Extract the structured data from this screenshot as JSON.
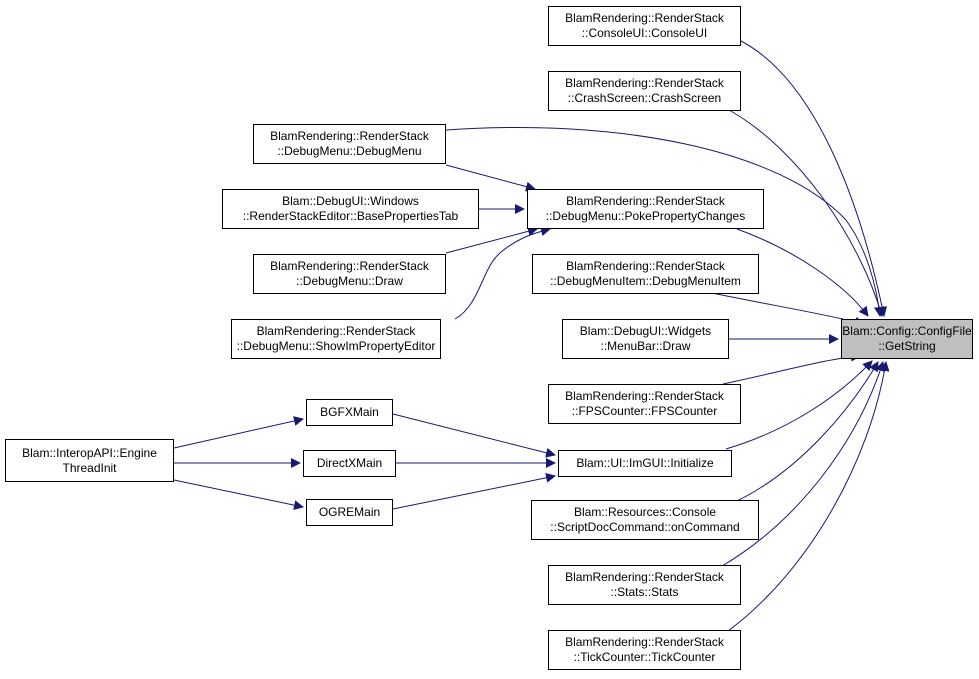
{
  "focus_node": {
    "id": "configfile-getstring",
    "lines": [
      "Blam::Config::ConfigFile",
      "::GetString"
    ]
  },
  "nodes": [
    {
      "id": "consoleui",
      "lines": [
        "BlamRendering::RenderStack",
        "::ConsoleUI::ConsoleUI"
      ]
    },
    {
      "id": "crashscreen",
      "lines": [
        "BlamRendering::RenderStack",
        "::CrashScreen::CrashScreen"
      ]
    },
    {
      "id": "debugmenu-ctor",
      "lines": [
        "BlamRendering::RenderStack",
        "::DebugMenu::DebugMenu"
      ]
    },
    {
      "id": "basepropertiestab",
      "lines": [
        "Blam::DebugUI::Windows",
        "::RenderStackEditor::BasePropertiesTab"
      ]
    },
    {
      "id": "pokepropertychanges",
      "lines": [
        "BlamRendering::RenderStack",
        "::DebugMenu::PokePropertyChanges"
      ]
    },
    {
      "id": "debugmenu-draw",
      "lines": [
        "BlamRendering::RenderStack",
        "::DebugMenu::Draw"
      ]
    },
    {
      "id": "debugmenuitem",
      "lines": [
        "BlamRendering::RenderStack",
        "::DebugMenuItem::DebugMenuItem"
      ]
    },
    {
      "id": "showimpropertyeditor",
      "lines": [
        "BlamRendering::RenderStack",
        "::DebugMenu::ShowImPropertyEditor"
      ]
    },
    {
      "id": "menubar-draw",
      "lines": [
        "Blam::DebugUI::Widgets",
        "::MenuBar::Draw"
      ]
    },
    {
      "id": "fpscounter",
      "lines": [
        "BlamRendering::RenderStack",
        "::FPSCounter::FPSCounter"
      ]
    },
    {
      "id": "bgfxmain",
      "lines": [
        "BGFXMain"
      ]
    },
    {
      "id": "enginethreadinit",
      "lines": [
        "Blam::InteropAPI::Engine",
        "ThreadInit"
      ]
    },
    {
      "id": "directxmain",
      "lines": [
        "DirectXMain"
      ]
    },
    {
      "id": "imgui-initialize",
      "lines": [
        "Blam::UI::ImGUI::Initialize"
      ]
    },
    {
      "id": "ogremain",
      "lines": [
        "OGREMain"
      ]
    },
    {
      "id": "scriptdoccommand",
      "lines": [
        "Blam::Resources::Console",
        "::ScriptDocCommand::onCommand"
      ]
    },
    {
      "id": "stats",
      "lines": [
        "BlamRendering::RenderStack",
        "::Stats::Stats"
      ]
    },
    {
      "id": "tickcounter",
      "lines": [
        "BlamRendering::RenderStack",
        "::TickCounter::TickCounter"
      ]
    }
  ],
  "edges": [
    [
      "configfile-getstring",
      "consoleui"
    ],
    [
      "configfile-getstring",
      "crashscreen"
    ],
    [
      "configfile-getstring",
      "debugmenu-ctor"
    ],
    [
      "configfile-getstring",
      "pokepropertychanges"
    ],
    [
      "configfile-getstring",
      "debugmenuitem"
    ],
    [
      "configfile-getstring",
      "menubar-draw"
    ],
    [
      "configfile-getstring",
      "fpscounter"
    ],
    [
      "configfile-getstring",
      "imgui-initialize"
    ],
    [
      "configfile-getstring",
      "scriptdoccommand"
    ],
    [
      "configfile-getstring",
      "stats"
    ],
    [
      "configfile-getstring",
      "tickcounter"
    ],
    [
      "pokepropertychanges",
      "debugmenu-ctor"
    ],
    [
      "pokepropertychanges",
      "basepropertiestab"
    ],
    [
      "pokepropertychanges",
      "debugmenu-draw"
    ],
    [
      "pokepropertychanges",
      "showimpropertyeditor"
    ],
    [
      "imgui-initialize",
      "bgfxmain"
    ],
    [
      "imgui-initialize",
      "directxmain"
    ],
    [
      "imgui-initialize",
      "ogremain"
    ],
    [
      "bgfxmain",
      "enginethreadinit"
    ],
    [
      "directxmain",
      "enginethreadinit"
    ],
    [
      "ogremain",
      "enginethreadinit"
    ]
  ],
  "colors": {
    "edge": "#191970",
    "focus_fill": "#bfbfbf",
    "node_border": "#000000"
  }
}
